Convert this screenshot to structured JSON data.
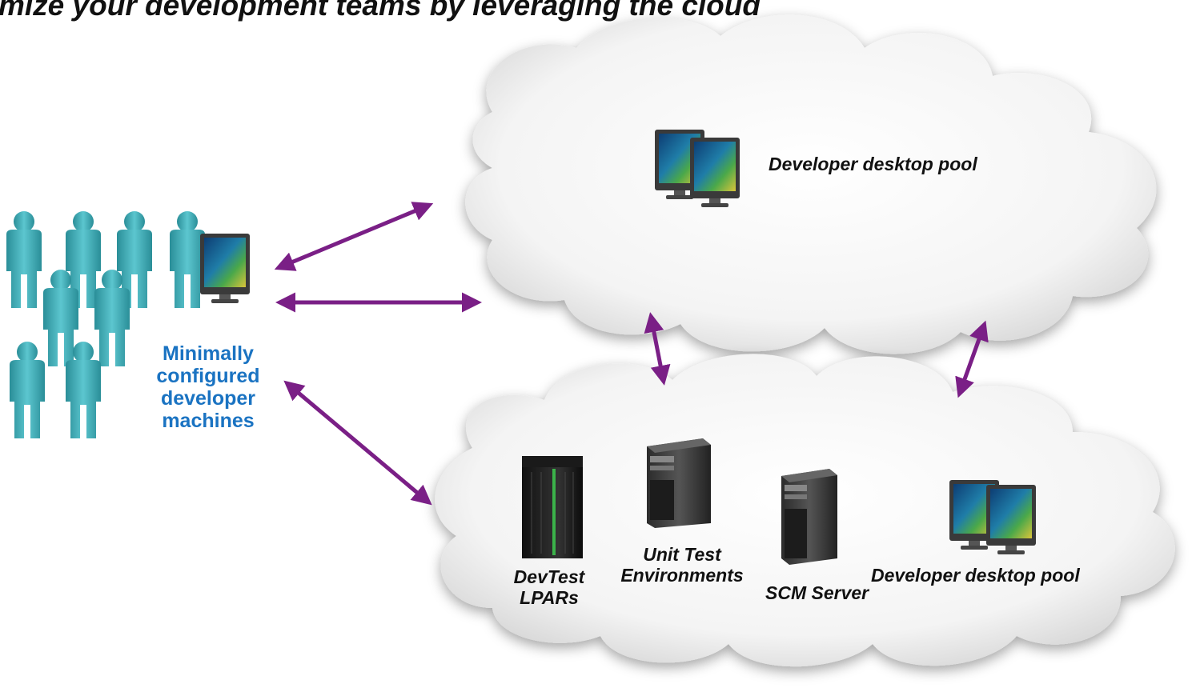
{
  "page": {
    "title": "mize your development teams by leveraging the cloud"
  },
  "users": {
    "label_lines": [
      "Minimally",
      "configured",
      "developer",
      "machines"
    ]
  },
  "cloud_upper": {
    "pool_label": "Developer desktop pool"
  },
  "cloud_lower": {
    "devtest_lines": [
      "DevTest",
      "LPARs"
    ],
    "unit_test_lines": [
      "Unit Test",
      "Environments"
    ],
    "scm_label": "SCM Server",
    "pool_label": "Developer desktop pool"
  },
  "colors": {
    "arrow": "#7a1f86",
    "person": "#3aaab4",
    "users_label": "#1a73c2",
    "cloud": "#f3f3f3"
  }
}
